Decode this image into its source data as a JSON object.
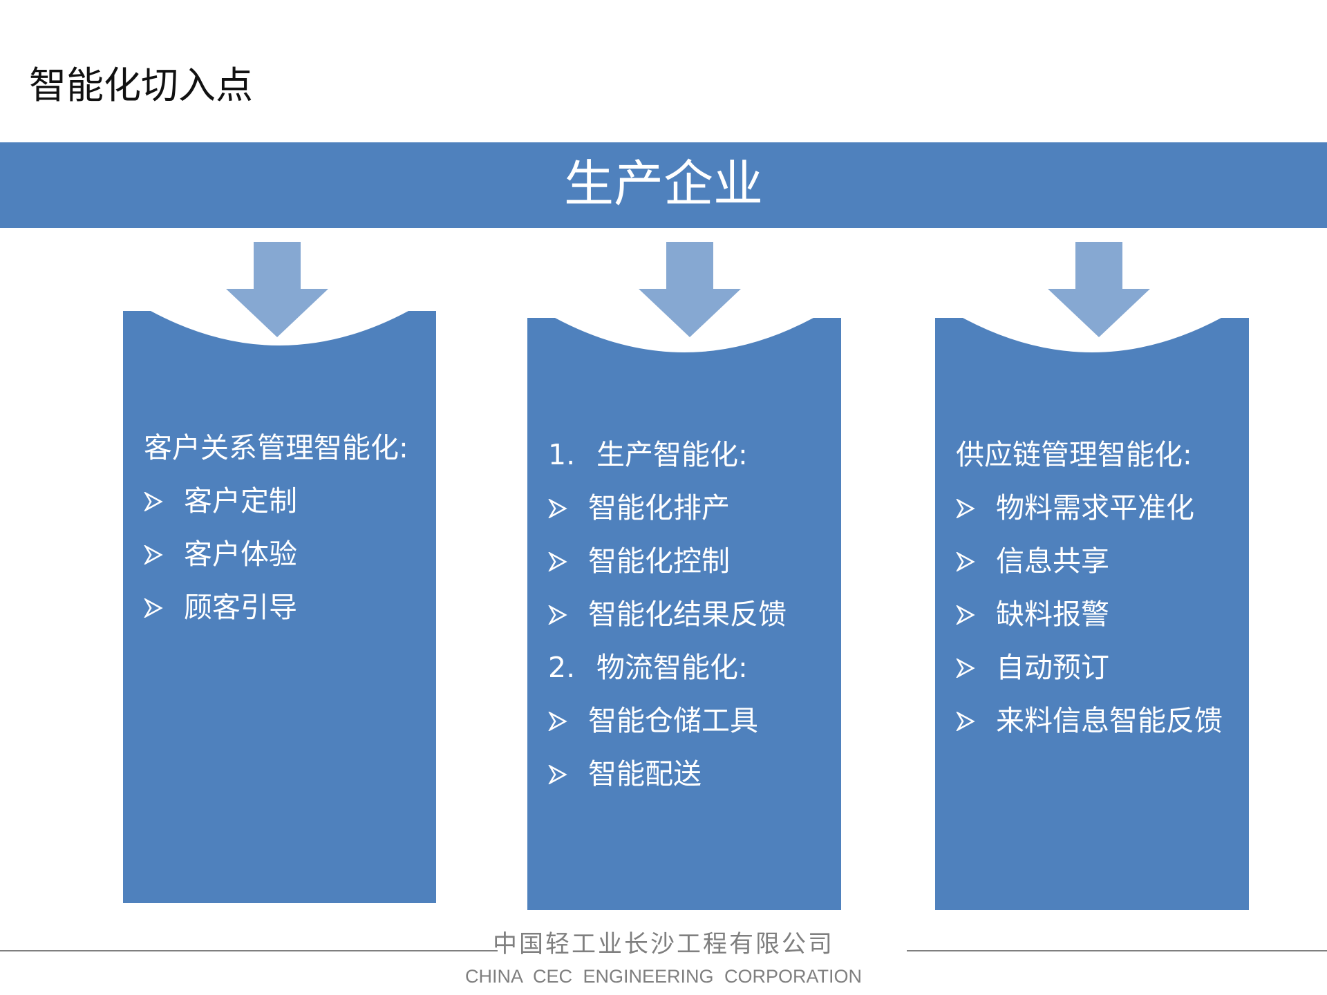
{
  "title": "智能化切入点",
  "banner": "生产企业",
  "colors": {
    "primary": "#4f81bd",
    "arrow": "#86a8d2",
    "text_on_primary": "#ffffff",
    "footer": "#7f7f7f"
  },
  "columns": [
    {
      "lines": [
        {
          "text": "客户关系管理智能化:"
        },
        {
          "bullet": "arrow-bullet-icon",
          "text": "客户定制"
        },
        {
          "bullet": "arrow-bullet-icon",
          "text": "客户体验"
        },
        {
          "bullet": "arrow-bullet-icon",
          "text": "顾客引导"
        }
      ]
    },
    {
      "lines": [
        {
          "num": "1.",
          "text": "生产智能化:"
        },
        {
          "bullet": "arrow-bullet-icon",
          "text": "智能化排产"
        },
        {
          "bullet": "arrow-bullet-icon",
          "text": "智能化控制"
        },
        {
          "bullet": "arrow-bullet-icon",
          "text": "智能化结果反馈"
        },
        {
          "num": "2.",
          "text": "物流智能化:"
        },
        {
          "bullet": "arrow-bullet-icon",
          "text": "智能仓储工具"
        },
        {
          "bullet": "arrow-bullet-icon",
          "text": "智能配送"
        }
      ]
    },
    {
      "lines": [
        {
          "text": "供应链管理智能化:"
        },
        {
          "bullet": "arrow-bullet-icon",
          "text": "物料需求平准化"
        },
        {
          "bullet": "arrow-bullet-icon",
          "text": "信息共享"
        },
        {
          "bullet": "arrow-bullet-icon",
          "text": "缺料报警"
        },
        {
          "bullet": "arrow-bullet-icon",
          "text": "自动预订"
        },
        {
          "bullet": "arrow-bullet-icon",
          "text": "来料信息智能反馈"
        }
      ]
    }
  ],
  "footer": {
    "company_cn": "中国轻工业长沙工程有限公司",
    "company_en": "CHINA CEC ENGINEERING CORPORATION"
  }
}
